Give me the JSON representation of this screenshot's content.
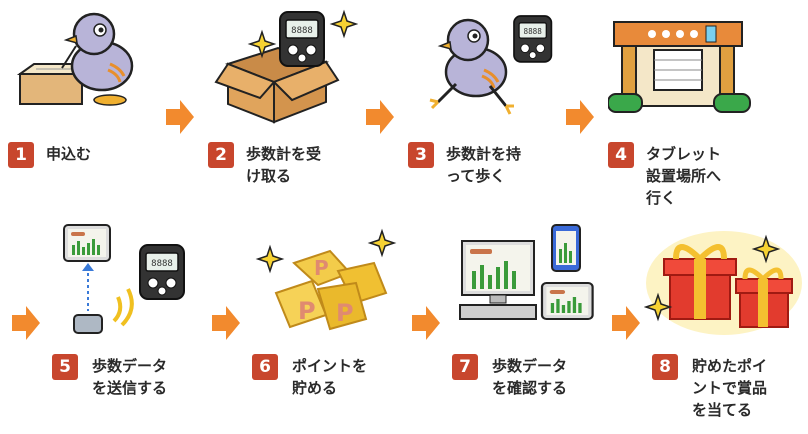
{
  "steps": [
    {
      "number": "1",
      "label": "申込む"
    },
    {
      "number": "2",
      "label": "歩数計を受\nけ取る"
    },
    {
      "number": "3",
      "label": "歩数計を持\nって歩く"
    },
    {
      "number": "4",
      "label": "タブレット\n設置場所へ\n行く"
    },
    {
      "number": "5",
      "label": "歩数データ\nを送信する"
    },
    {
      "number": "6",
      "label": "ポイントを\n貯める"
    },
    {
      "number": "7",
      "label": "歩数データ\nを確認する"
    },
    {
      "number": "8",
      "label": "貯めたポイ\nントで賞品\nを当てる"
    }
  ],
  "colors": {
    "badge": "#c8462d",
    "arrow": "#f28a2e",
    "pigeon": "#b8b4d8",
    "box": "#d9a066",
    "gold": "#f0c020",
    "gift": "#e23b2e"
  },
  "icons": [
    "pigeon-writing-icon",
    "box-pedometer-icon",
    "pigeon-walking-icon",
    "shop-kiosk-icon",
    "tablet-upload-icon",
    "points-coins-icon",
    "pc-devices-icon",
    "gift-boxes-icon"
  ]
}
